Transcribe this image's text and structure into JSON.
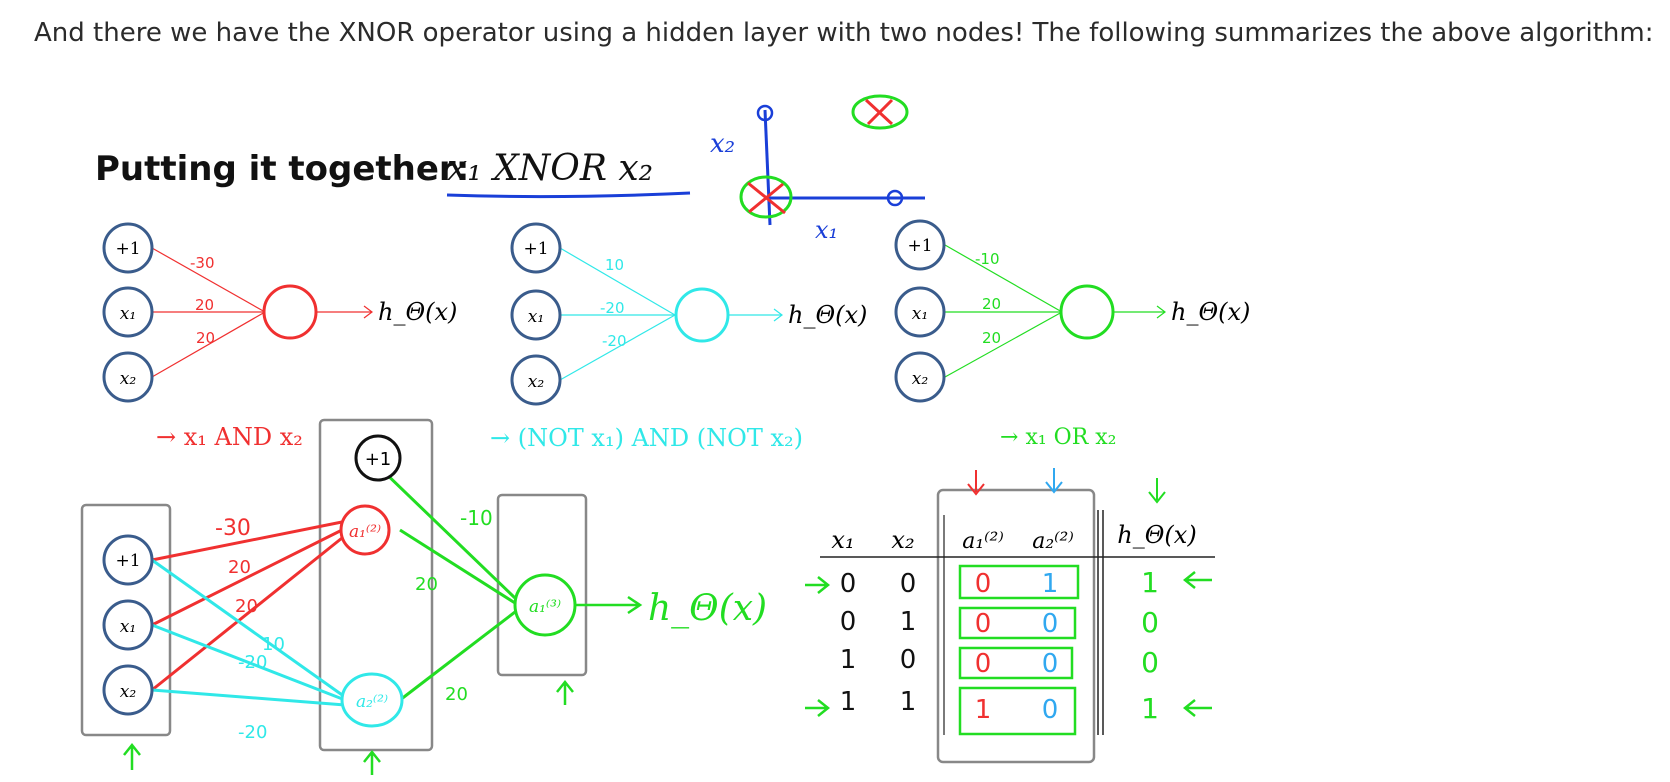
{
  "intro_text": "And there we have the XNOR operator using a hidden layer with two nodes! The following summarizes the above algorithm:",
  "figure": {
    "title_bold": "Putting it together:",
    "title_math": "x₁ XNOR x₂",
    "node_labels": {
      "bias": "+1",
      "x1": "x₁",
      "x2": "x₂",
      "output": "h_Θ(x)",
      "hidden1": "a₁⁽²⁾",
      "hidden2": "a₂⁽²⁾",
      "out_node": "a₁⁽³⁾"
    },
    "nets": [
      {
        "name": "AND",
        "color": "#f03030",
        "weights": [
          "-30",
          "20",
          "20"
        ],
        "caption": "x₁ AND x₂"
      },
      {
        "name": "NOR",
        "color": "#30e8e8",
        "weights": [
          "10",
          "-20",
          "-20"
        ],
        "caption": "(NOT x₁) AND (NOT x₂)"
      },
      {
        "name": "OR",
        "color": "#22dd22",
        "weights": [
          "-10",
          "20",
          "20"
        ],
        "caption": "x₁ OR x₂"
      }
    ],
    "combined_weights": {
      "red": [
        "-30",
        "20",
        "20"
      ],
      "cyan": [
        "10",
        "-20",
        "-20"
      ],
      "green": [
        "-10",
        "20",
        "20"
      ]
    },
    "hand_labels": {
      "output": "h_Θ(x)",
      "axis_x1": "x₁",
      "axis_x2": "x₂"
    },
    "truth_table": {
      "headers": [
        "x₁",
        "x₂",
        "a₁⁽²⁾",
        "a₂⁽²⁾",
        "h_Θ(x)"
      ],
      "rows": [
        [
          "0",
          "0",
          "0",
          "1",
          "1"
        ],
        [
          "0",
          "1",
          "0",
          "0",
          "0"
        ],
        [
          "1",
          "0",
          "0",
          "0",
          "0"
        ],
        [
          "1",
          "1",
          "1",
          "0",
          "1"
        ]
      ]
    },
    "colors": {
      "red": "#f03030",
      "cyan": "#30e8e8",
      "green": "#22dd22",
      "blue": "#1a3fd8",
      "node_border": "#3a5c8c"
    }
  }
}
